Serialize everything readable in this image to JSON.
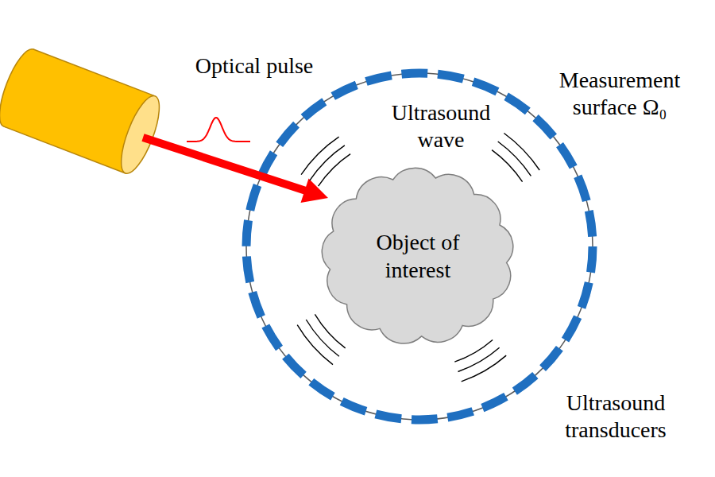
{
  "diagram": {
    "nodes": [
      {
        "text": [
          "Measurement surface Ω₀"
        ]
      },
      {
        "text": [
          "Object of interest"
        ],
        "in": 0
      }
    ],
    "labels": [
      "Optical pulse",
      "Ultrasound wave",
      "Ultrasound transducers"
    ]
  }
}
